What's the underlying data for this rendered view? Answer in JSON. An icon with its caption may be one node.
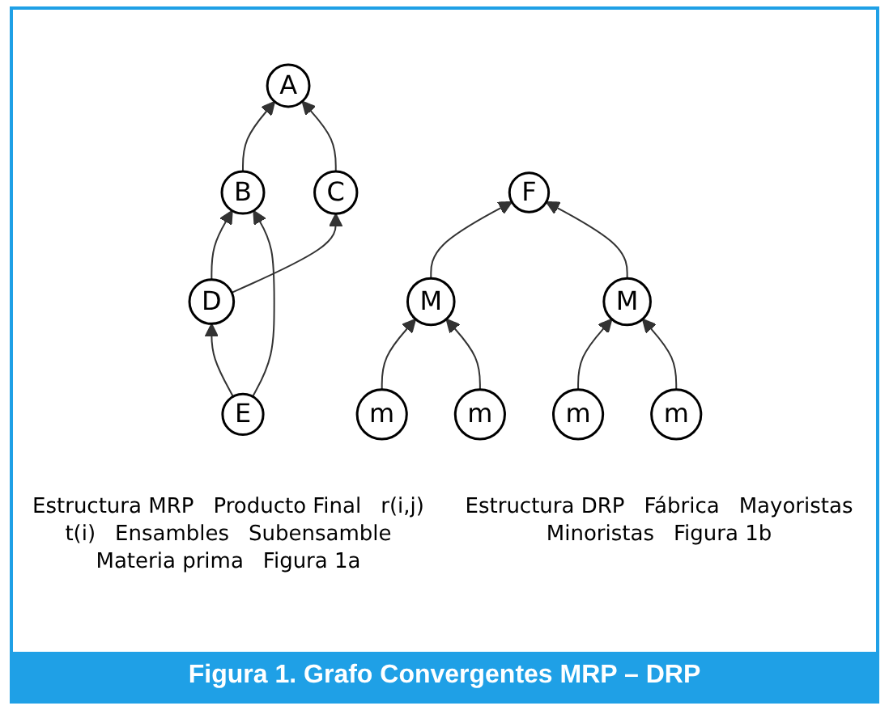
{
  "diagram": {
    "caption": "Figura 1. Grafo Convergentes MRP – DRP",
    "nodes": [
      {
        "text": [
          "A"
        ]
      },
      {
        "text": [
          "B"
        ]
      },
      {
        "text": [
          "C"
        ]
      },
      {
        "text": [
          "D"
        ]
      },
      {
        "text": [
          "E"
        ]
      },
      {
        "text": [
          "F"
        ]
      },
      {
        "text": [
          "M"
        ]
      },
      {
        "text": [
          "M"
        ]
      },
      {
        "text": [
          "m"
        ]
      },
      {
        "text": [
          "m"
        ]
      },
      {
        "text": [
          "m"
        ]
      },
      {
        "text": [
          "m"
        ]
      }
    ],
    "edges": [
      {
        "from": 1,
        "to": 0,
        "arrow": "to"
      },
      {
        "from": 2,
        "to": 0,
        "arrow": "to"
      },
      {
        "from": 3,
        "to": 2,
        "arrow": "to"
      },
      {
        "from": 3,
        "to": 1,
        "arrow": "to"
      },
      {
        "from": 4,
        "to": 1,
        "arrow": "to"
      },
      {
        "from": 4,
        "to": 3,
        "arrow": "to"
      },
      {
        "from": 6,
        "to": 5,
        "arrow": "to"
      },
      {
        "from": 7,
        "to": 5,
        "arrow": "to"
      },
      {
        "from": 8,
        "to": 6,
        "arrow": "to"
      },
      {
        "from": 9,
        "to": 6,
        "arrow": "to"
      },
      {
        "from": 10,
        "to": 7,
        "arrow": "to"
      },
      {
        "from": 11,
        "to": 7,
        "arrow": "to"
      }
    ],
    "labels": [
      "Estructura MRP",
      "Estructura DRP",
      "Producto Final",
      "r(i,j)",
      "t(i)",
      "Fábrica",
      "Ensambles",
      "Mayoristas",
      "Subensamble",
      "Materia prima",
      "Minoristas",
      "Figura 1a",
      "Figura 1b"
    ]
  }
}
